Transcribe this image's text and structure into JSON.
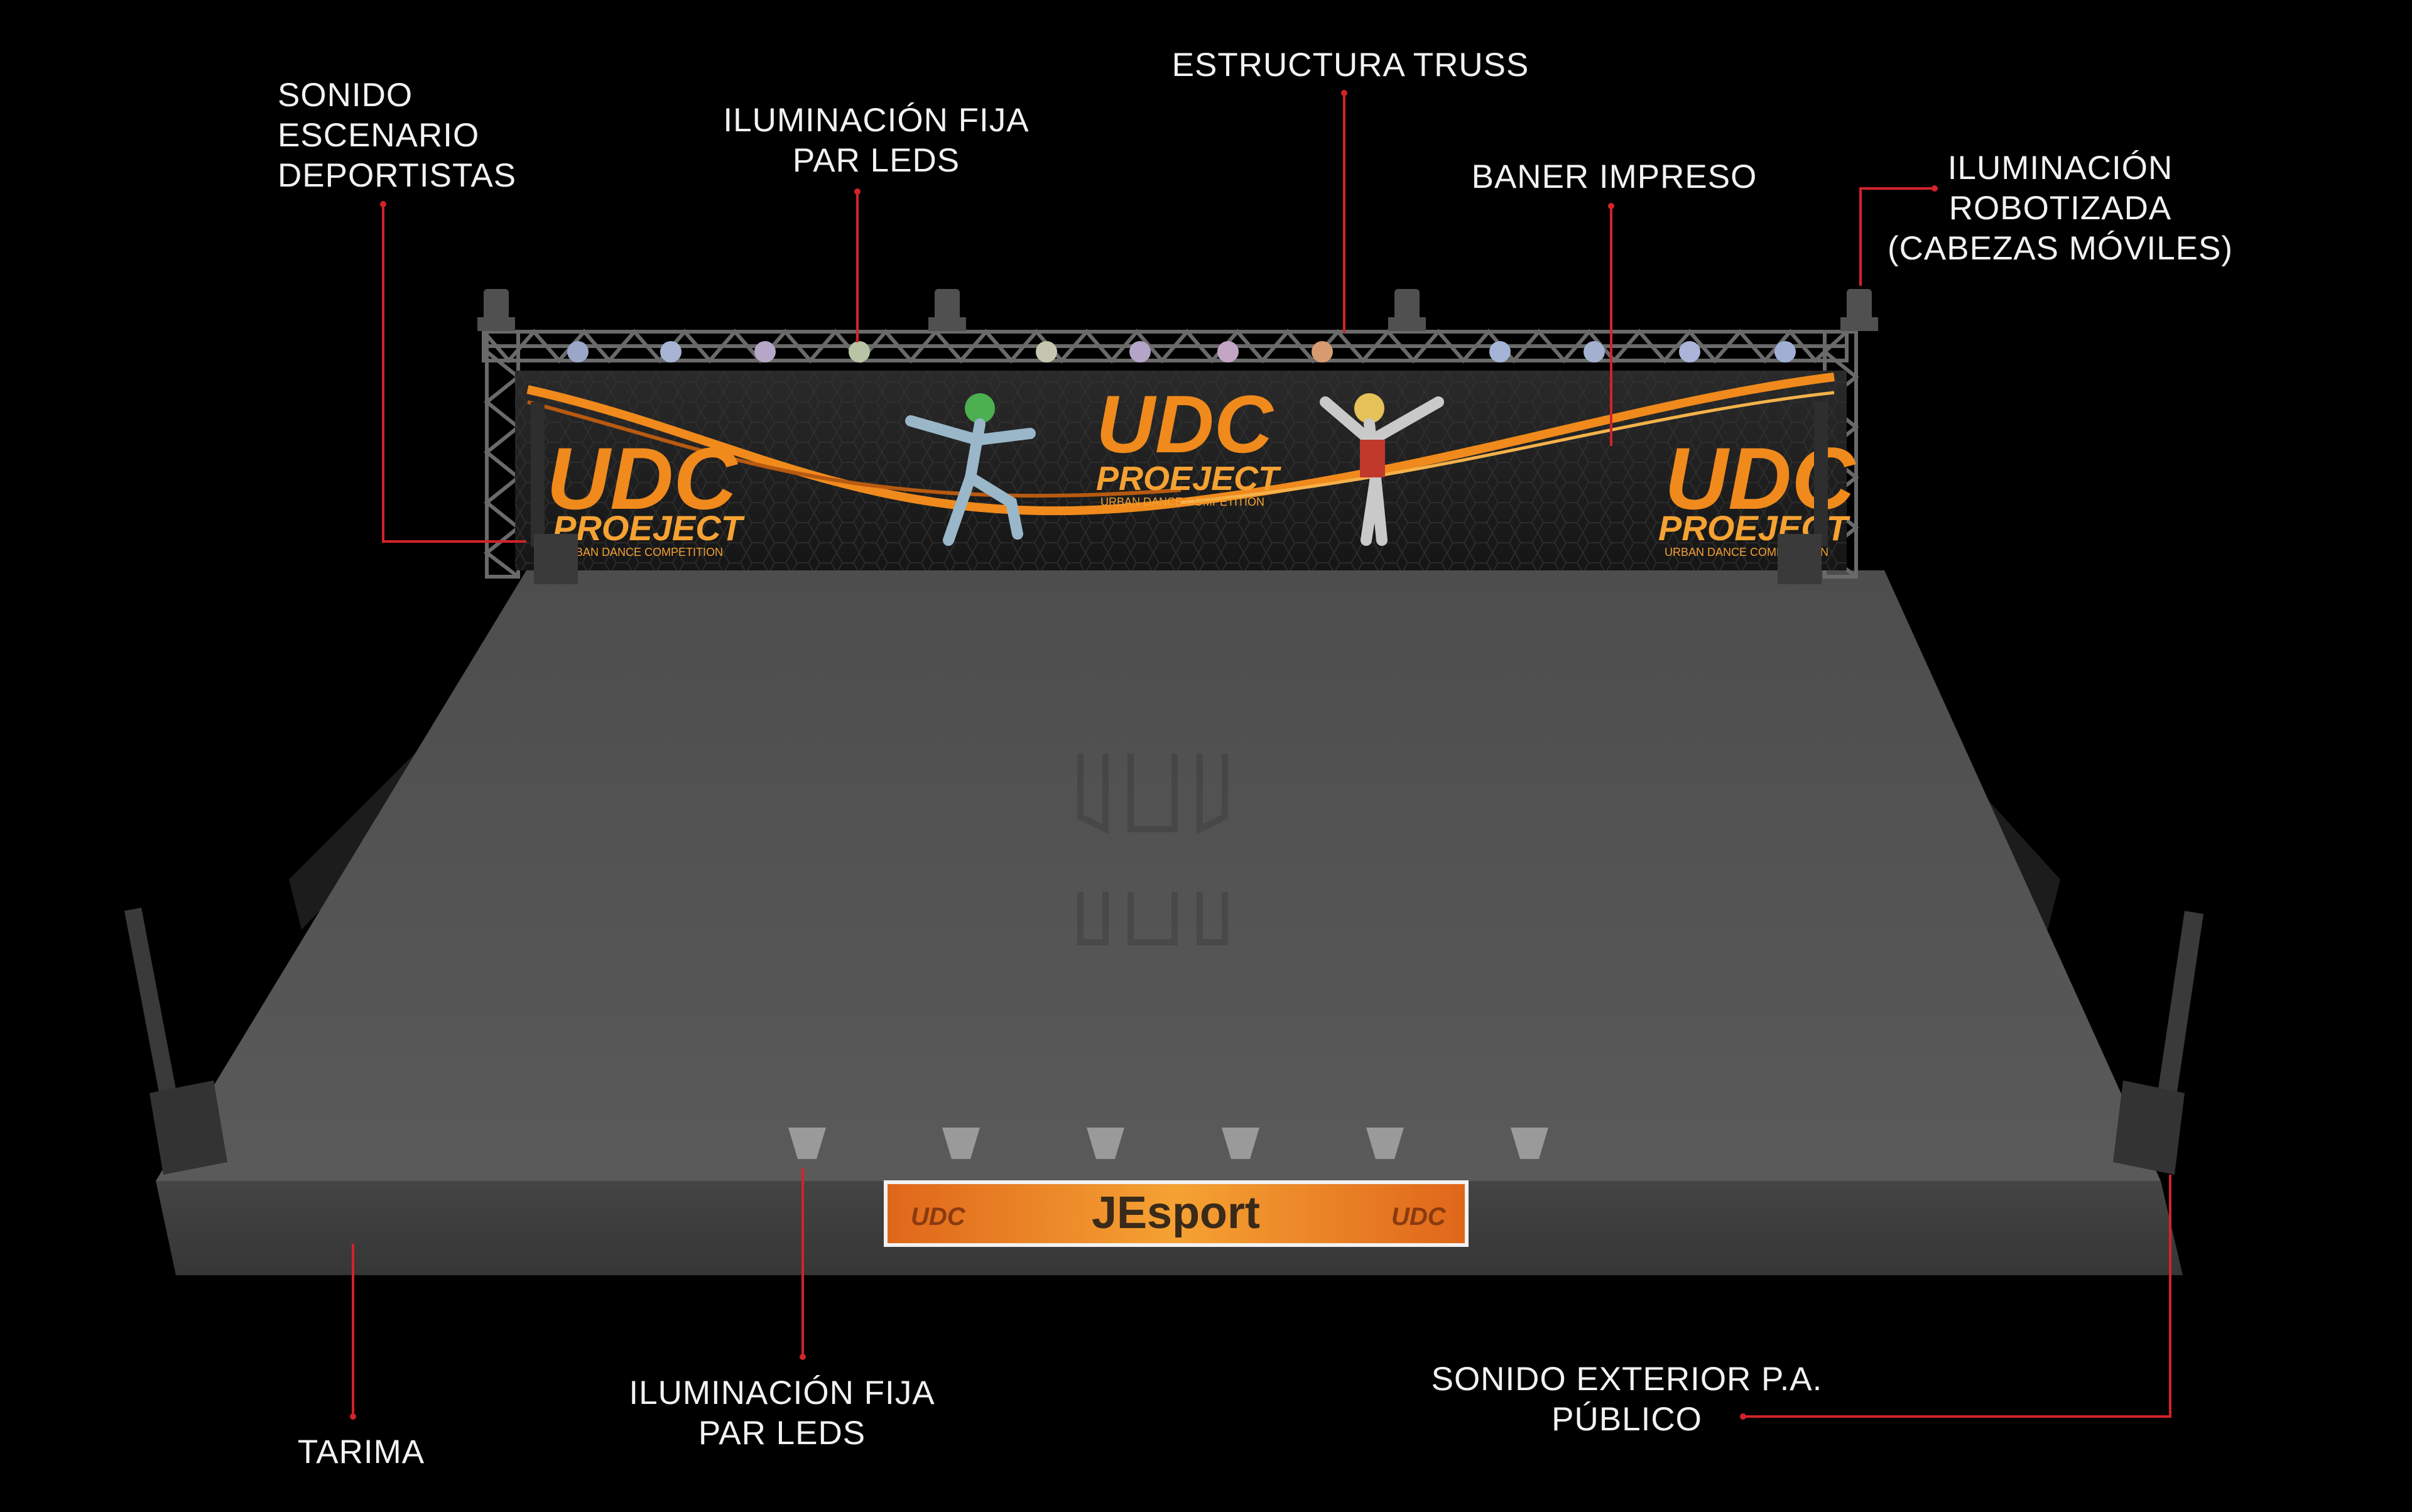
{
  "colors": {
    "background": "#000000",
    "stage_floor": "#555555",
    "stage_front": "#3e3e3e",
    "leader_line": "#d2232a",
    "label_text": "#f2f2f2",
    "banner_orange": "#f08a1c",
    "front_banner_orange": "#f2731a"
  },
  "icons": [
    "moving-head-light-icon",
    "par-led-light-icon",
    "line-array-speaker-icon",
    "truss-icon",
    "dancer-figure-icon"
  ],
  "labels": {
    "sonido_escenario": [
      "SONIDO",
      "ESCENARIO",
      "DEPORTISTAS"
    ],
    "iluminacion_fija_top": [
      "ILUMINACIÓN FIJA",
      "PAR LEDS"
    ],
    "estructura_truss": [
      "ESTRUCTURA TRUSS"
    ],
    "baner_impreso": [
      "BANER IMPRESO"
    ],
    "iluminacion_robotizada": [
      "ILUMINACIÓN",
      "ROBOTIZADA",
      "(CABEZAS MÓVILES)"
    ],
    "tarima": [
      "TARIMA"
    ],
    "iluminacion_fija_bottom": [
      "ILUMINACIÓN FIJA",
      "PAR LEDS"
    ],
    "sonido_exterior": [
      "SONIDO EXTERIOR P.A.",
      "PÚBLICO"
    ]
  },
  "backdrop_banner": {
    "logo_text": "UDC",
    "project_text": "PROEJECT",
    "subtitle_text": "URBAN DANCE COMPETITION"
  },
  "front_banner": {
    "brand_text": "JEsport",
    "logo_text": "UDC"
  }
}
